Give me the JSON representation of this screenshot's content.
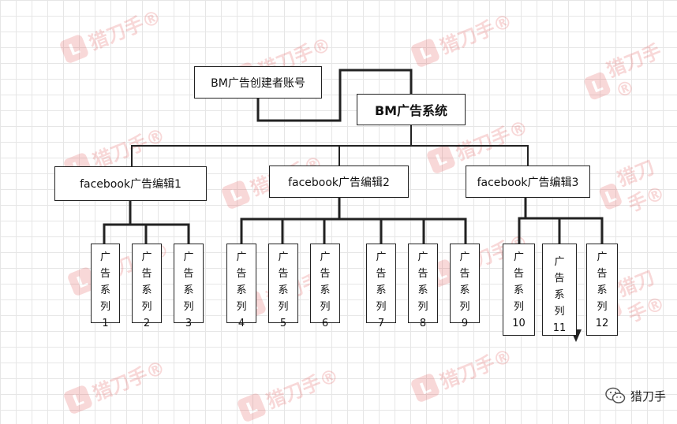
{
  "watermark": {
    "logo": "L",
    "text": "猎刀手®"
  },
  "boxes": {
    "creator": "BM广告创建者账号",
    "root": "BM广告系统",
    "editors": [
      "facebook广告编辑1",
      "facebook广告编辑2",
      "facebook广告编辑3"
    ],
    "series_label_chars": [
      "广",
      "告",
      "系",
      "列"
    ],
    "series_numbers": [
      "1",
      "2",
      "3",
      "4",
      "5",
      "6",
      "7",
      "8",
      "9",
      "10",
      "11",
      "12"
    ]
  },
  "badge": {
    "icon": "wechat-icon",
    "name": "猎刀手"
  },
  "colors": {
    "line": "#222222",
    "watermark": "#e05050",
    "grid": "#e6e6e6"
  }
}
